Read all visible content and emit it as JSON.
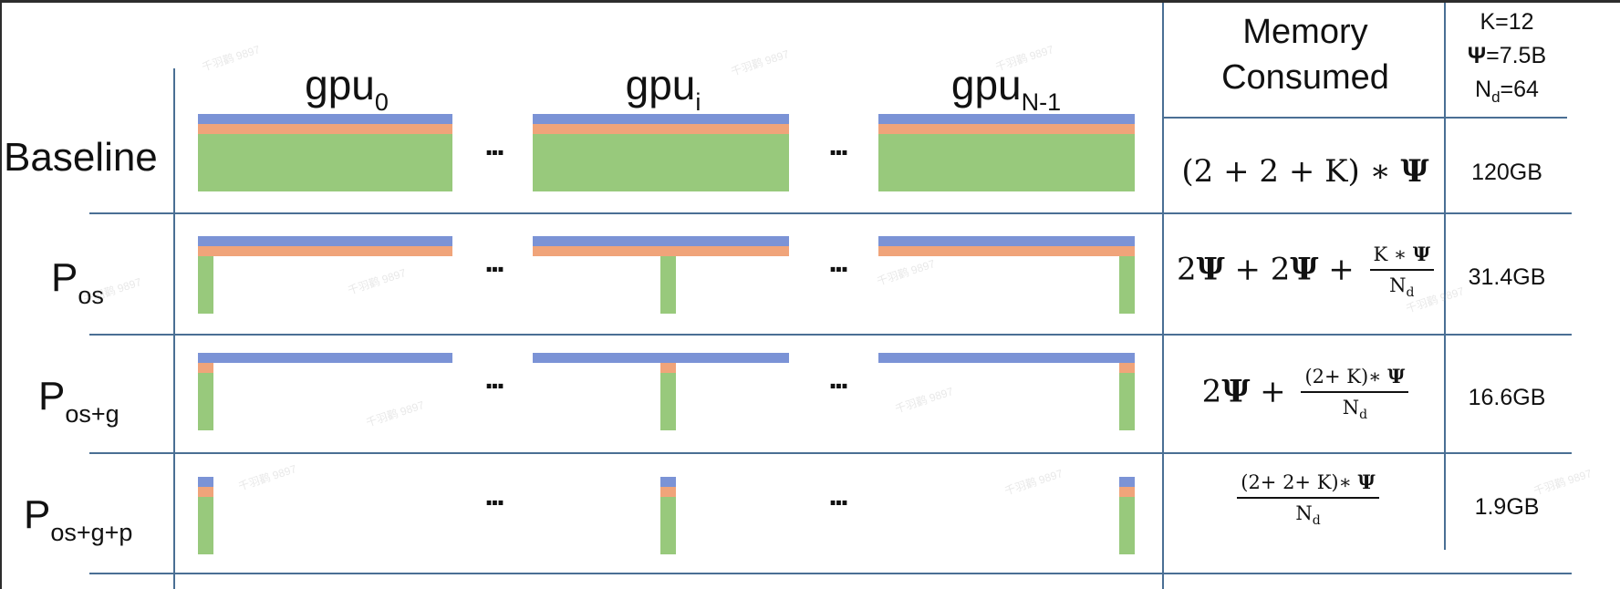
{
  "column_headers": {
    "gpu_first": {
      "base": "gpu",
      "sub": "0"
    },
    "gpu_mid": {
      "base": "gpu",
      "sub": "i"
    },
    "gpu_last": {
      "base": "gpu",
      "sub": "N-1"
    }
  },
  "memory_header": [
    "Memory",
    "Consumed"
  ],
  "params_header": {
    "k": "K=12",
    "psi_symbol": "Ψ",
    "psi_value": "=7.5B",
    "nd_base": "N",
    "nd_sub": "d",
    "nd_value": "=64"
  },
  "ellipsis": "...",
  "rows": [
    {
      "label_base": "Baseline",
      "label_sub": "",
      "formula": {
        "text": "(2 + 2 + K) ∗ Ψ",
        "num": "",
        "den": ""
      },
      "memory": "120GB"
    },
    {
      "label_base": "P",
      "label_sub": "os",
      "formula": {
        "text": "2Ψ + 2Ψ + ",
        "num": "K ∗ Ψ",
        "den": "Nd"
      },
      "memory": "31.4GB"
    },
    {
      "label_base": "P",
      "label_sub": "os+g",
      "formula": {
        "text": "2Ψ + ",
        "num": "(2+ K)∗ Ψ",
        "den": "Nd"
      },
      "memory": "16.6GB"
    },
    {
      "label_base": "P",
      "label_sub": "os+g+p",
      "formula": {
        "text": "",
        "num": "(2+ 2+ K)∗ Ψ",
        "den": "Nd"
      },
      "memory": "1.9GB"
    }
  ],
  "legend_colors": {
    "parameters": "#7b93d6",
    "gradients": "#f0a47a",
    "optimizer_states": "#98c97c"
  },
  "watermark": "千羽鹳 9897"
}
